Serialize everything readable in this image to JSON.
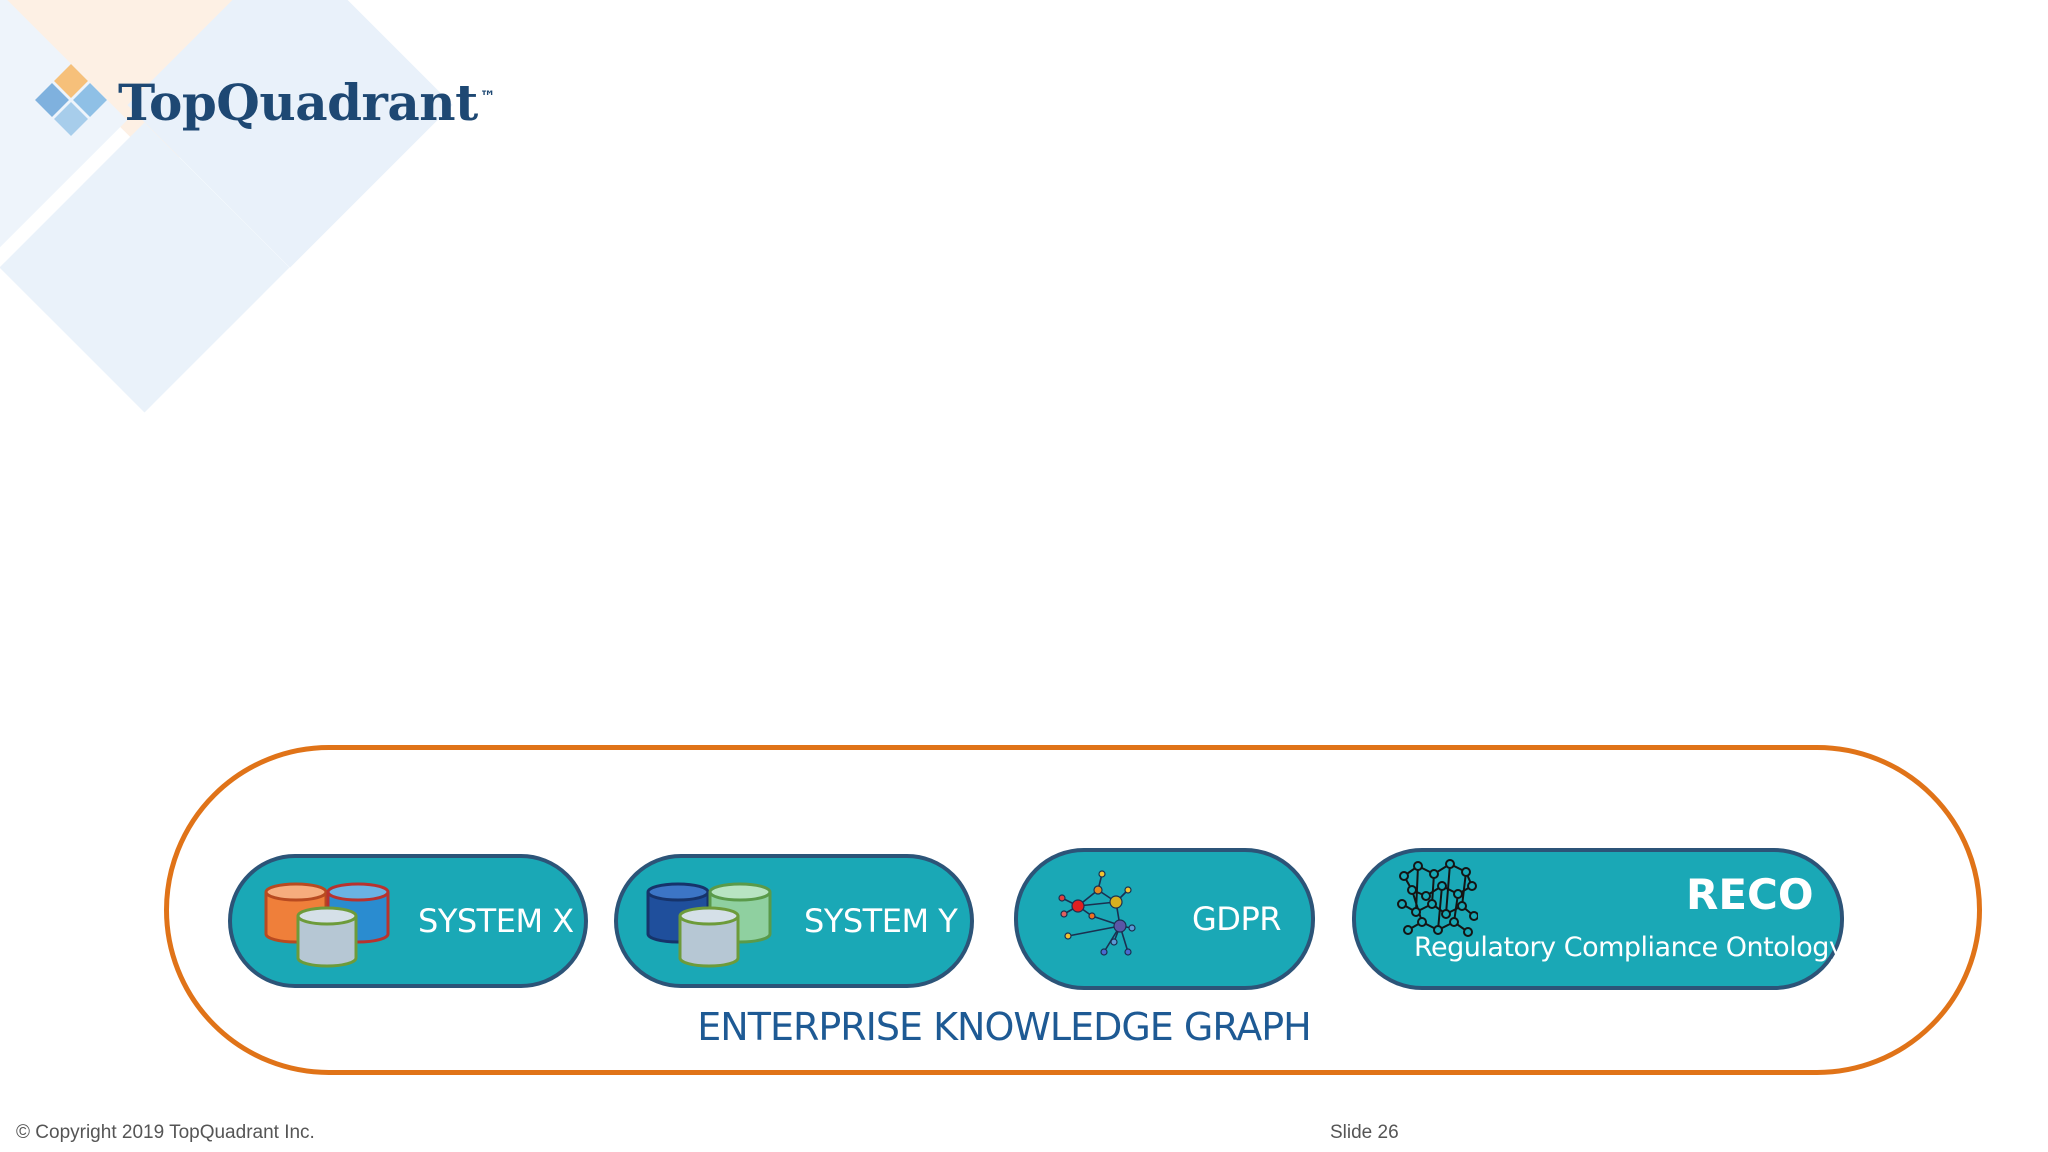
{
  "brand": {
    "name": "TopQuadrant",
    "trademark": "™"
  },
  "pills": [
    {
      "label": "SYSTEM X",
      "icon": "database-icon"
    },
    {
      "label": "SYSTEM Y",
      "icon": "database-icon"
    },
    {
      "label": "GDPR",
      "icon": "network-graph-icon"
    }
  ],
  "reco": {
    "title": "RECO",
    "subtitle": "Regulatory Compliance Ontology",
    "icon": "network-graph-icon"
  },
  "graph": {
    "label": "ENTERPRISE KNOWLEDGE GRAPH"
  },
  "footer": {
    "copyright": "© Copyright 2019 TopQuadrant Inc.",
    "slide": "Slide 26"
  },
  "colors": {
    "pill_fill": "#1aa8b6",
    "pill_border": "#2c5478",
    "outline": "#e07318",
    "label": "#1e5a94",
    "logo_text": "#1e4873"
  }
}
